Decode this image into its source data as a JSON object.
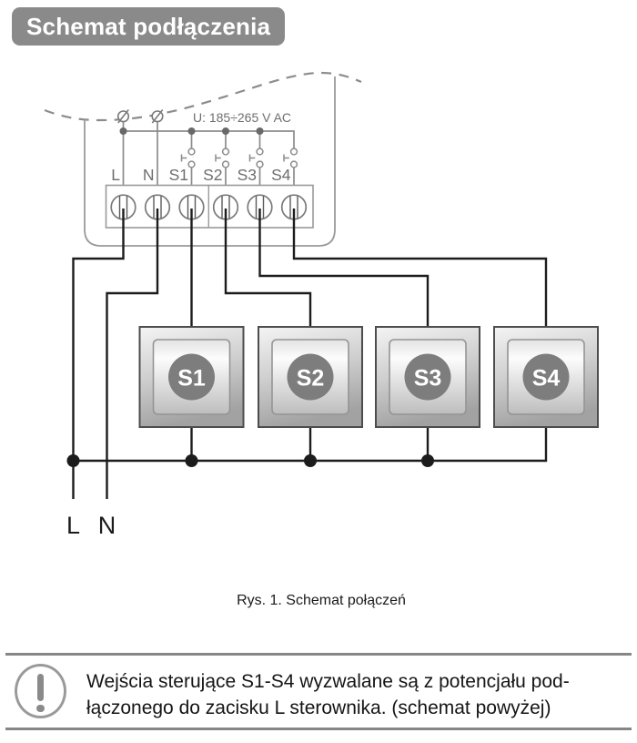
{
  "title": "Schemat podłączenia",
  "diagram": {
    "voltage_label": "U: 185÷265 V AC",
    "terminal_labels": [
      "L",
      "N",
      "S1",
      "S2",
      "S3",
      "S4"
    ],
    "switch_labels": [
      "S1",
      "S2",
      "S3",
      "S4"
    ],
    "supply_line_label": "L",
    "supply_neutral_label": "N",
    "caption": "Rys. 1. Schemat połączeń"
  },
  "note": {
    "line1": "Wejścia sterujące S1-S4 wyzwalane są z potencjału pod-",
    "line2": "łączonego do zacisku L sterownika. (schemat powyżej)"
  },
  "colors": {
    "badge_bg": "#8a8a8a",
    "diagram_gray": "#8c8c8c",
    "outline_gray": "#9a9a9a",
    "wire_black": "#1c1c1c",
    "switch_circle_bg": "#7d7d7d",
    "note_rule": "#868686"
  }
}
